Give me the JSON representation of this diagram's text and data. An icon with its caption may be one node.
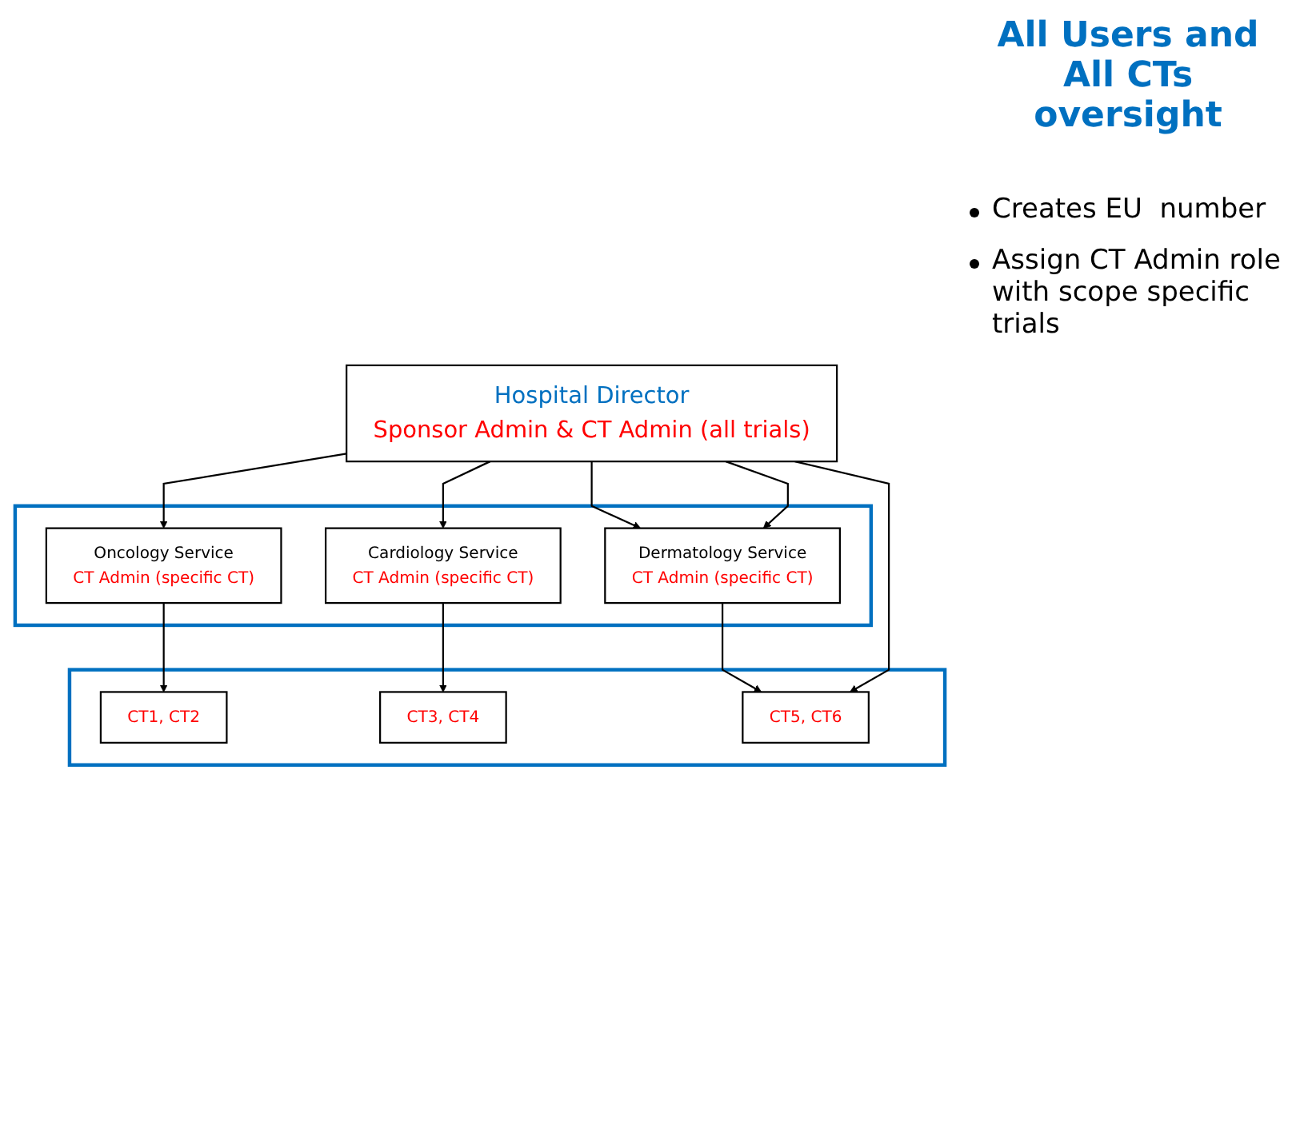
{
  "diagram": {
    "nodes": [
      {
        "text": [
          "Hospital Director",
          "Sponsor Admin & CT Admin (all trials)"
        ]
      },
      {
        "text": [],
        "shape": "box"
      },
      {
        "text": [
          "Oncology Service",
          "CT Admin (specific CT)"
        ],
        "in": 1
      },
      {
        "text": [
          "Cardiology Service",
          "CT Admin (specific CT)"
        ],
        "in": 1
      },
      {
        "text": [
          "Dermatology Service",
          "CT Admin (specific CT)"
        ],
        "in": 1
      },
      {
        "text": [],
        "shape": "box"
      },
      {
        "text": [
          "CT1, CT2"
        ],
        "in": 5
      },
      {
        "text": [
          "CT3, CT4"
        ],
        "in": 5
      },
      {
        "text": [
          "CT5, CT6"
        ],
        "in": 5
      }
    ],
    "edges": [
      {
        "from": 0,
        "to": 2,
        "arrow": "to"
      },
      {
        "from": 0,
        "to": 3,
        "arrow": "to"
      },
      {
        "from": 0,
        "to": 4,
        "arrow": "to"
      },
      {
        "from": 0,
        "to": 4,
        "arrow": "to"
      },
      {
        "from": 0,
        "to": 8,
        "arrow": "to"
      },
      {
        "from": 2,
        "to": 6,
        "arrow": "to"
      },
      {
        "from": 3,
        "to": 7,
        "arrow": "to"
      },
      {
        "from": 4,
        "to": 8,
        "arrow": "to"
      }
    ],
    "labels": [
      "All Users and All CTs oversight",
      "Creates EU  number",
      "Assign CT Admin role with scope specific trials"
    ]
  }
}
